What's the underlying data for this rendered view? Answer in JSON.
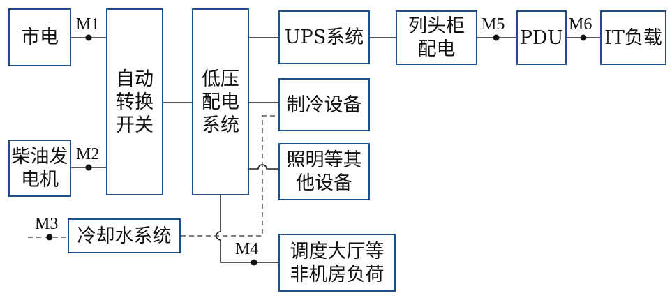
{
  "colors": {
    "box_border": "#1f4f86",
    "line": "#222222",
    "dashed": "#555555",
    "text": "#111111"
  },
  "blocks": {
    "mains": [
      "市电"
    ],
    "generator": [
      "柴油发",
      "电机"
    ],
    "ats": [
      "自动",
      "转换",
      "开关"
    ],
    "lv": [
      "低压",
      "配电",
      "系统"
    ],
    "ups": [
      "UPS系统"
    ],
    "cabinet": [
      "列头柜",
      "配电"
    ],
    "pdu": [
      "PDU"
    ],
    "it": [
      "IT负载"
    ],
    "cooling_equip": [
      "制冷设备"
    ],
    "lighting": [
      "照明等其",
      "他设备"
    ],
    "chilled_water": [
      "冷却水系统"
    ],
    "non_it": [
      "调度大厅等",
      "非机房负荷"
    ]
  },
  "meters": {
    "m1": "M1",
    "m2": "M2",
    "m3": "M3",
    "m4": "M4",
    "m5": "M5",
    "m6": "M6"
  }
}
